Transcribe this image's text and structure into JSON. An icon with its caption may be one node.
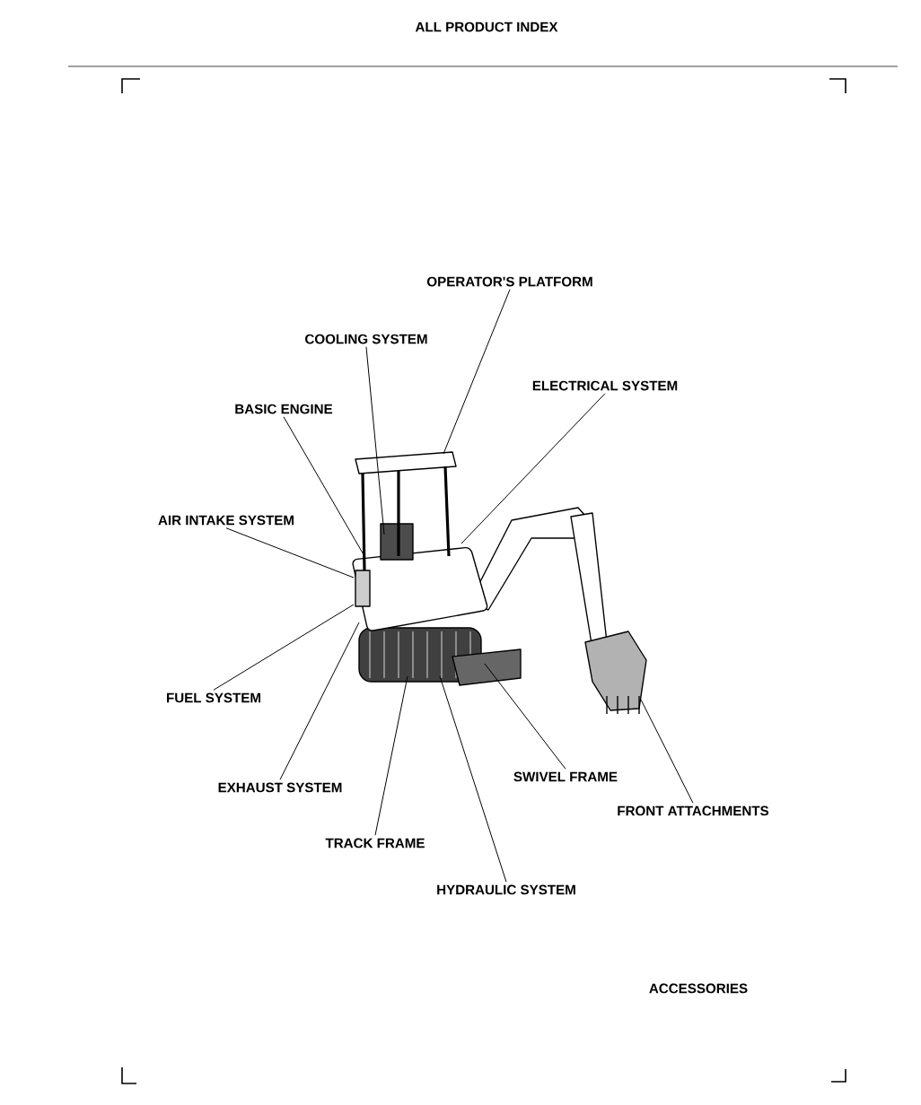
{
  "diagram": {
    "title": "ALL PRODUCT INDEX",
    "nodes": [
      {
        "text": [],
        "shape": "picture"
      },
      {
        "text": [
          "OPERATOR'S PLATFORM"
        ]
      },
      {
        "text": [
          "COOLING SYSTEM"
        ]
      },
      {
        "text": [
          "ELECTRICAL SYSTEM"
        ]
      },
      {
        "text": [
          "BASIC ENGINE"
        ]
      },
      {
        "text": [
          "AIR INTAKE SYSTEM"
        ]
      },
      {
        "text": [
          "FUEL SYSTEM"
        ]
      },
      {
        "text": [
          "SWIVEL FRAME"
        ]
      },
      {
        "text": [
          "EXHAUST SYSTEM"
        ]
      },
      {
        "text": [
          "FRONT ATTACHMENTS"
        ]
      },
      {
        "text": [
          "TRACK FRAME"
        ]
      },
      {
        "text": [
          "HYDRAULIC SYSTEM"
        ]
      }
    ],
    "edges": [
      {
        "from": 1,
        "to": 0,
        "arrow": "none"
      },
      {
        "from": 2,
        "to": 0,
        "arrow": "none"
      },
      {
        "from": 3,
        "to": 0,
        "arrow": "none"
      },
      {
        "from": 4,
        "to": 0,
        "arrow": "none"
      },
      {
        "from": 5,
        "to": 0,
        "arrow": "none"
      },
      {
        "from": 6,
        "to": 0,
        "arrow": "none"
      },
      {
        "from": 7,
        "to": 0,
        "arrow": "none"
      },
      {
        "from": 8,
        "to": 0,
        "arrow": "none"
      },
      {
        "from": 9,
        "to": 0,
        "arrow": "none"
      },
      {
        "from": 10,
        "to": 0,
        "arrow": "none"
      },
      {
        "from": 11,
        "to": 0,
        "arrow": "none"
      }
    ],
    "labels": [
      "ACCESSORIES"
    ]
  }
}
